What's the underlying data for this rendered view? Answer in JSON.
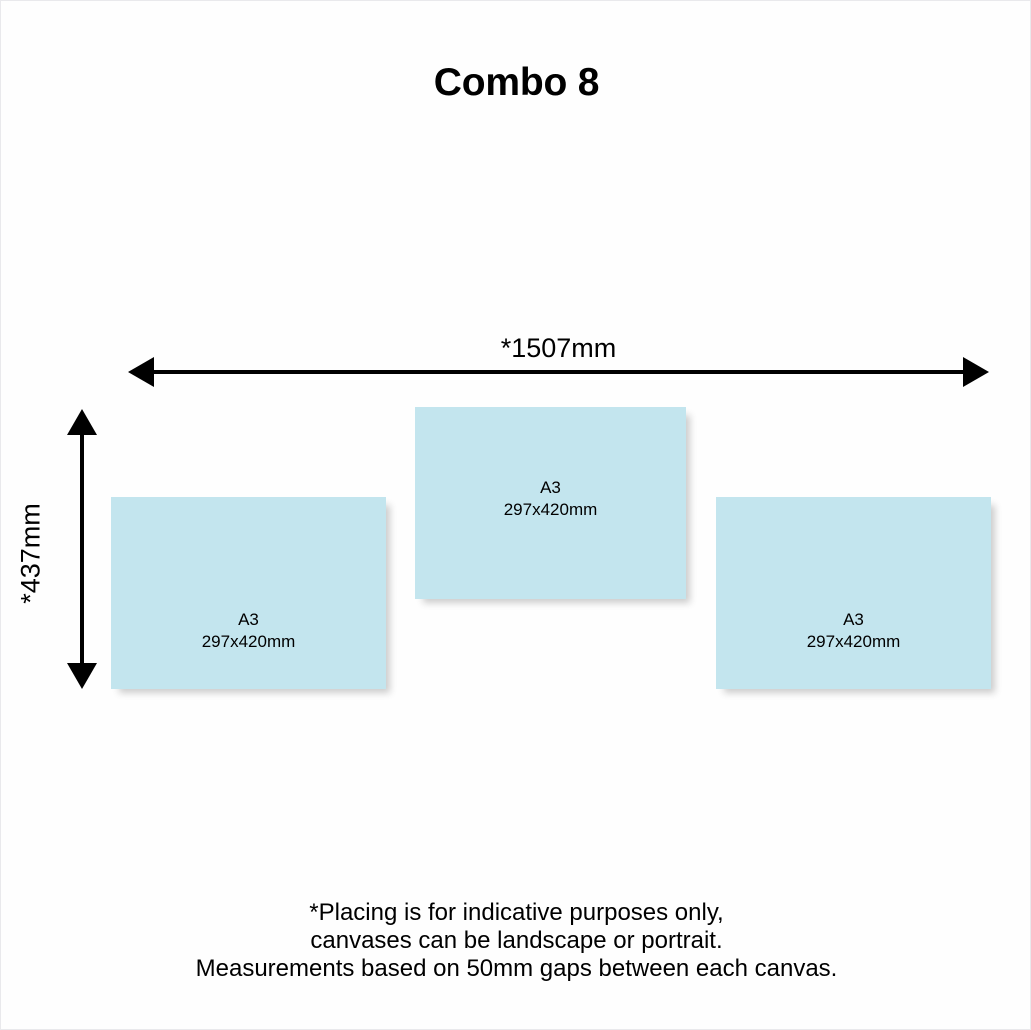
{
  "page": {
    "title": "Combo 8",
    "background_color": "#fefefe",
    "border_color": "#e9e9ec"
  },
  "dimensions": {
    "width_label": "*1507mm",
    "height_label": "*437mm"
  },
  "canvas_color": "#c3e5ee",
  "canvases": [
    {
      "position": "left",
      "name": "A3",
      "size": "297x420mm"
    },
    {
      "position": "middle",
      "name": "A3",
      "size": "297x420mm"
    },
    {
      "position": "right",
      "name": "A3",
      "size": "297x420mm"
    }
  ],
  "footnote": {
    "line1": "*Placing is for indicative purposes only,",
    "line2": "canvases can be landscape or portrait.",
    "line3": "Measurements based on 50mm gaps between each canvas."
  }
}
